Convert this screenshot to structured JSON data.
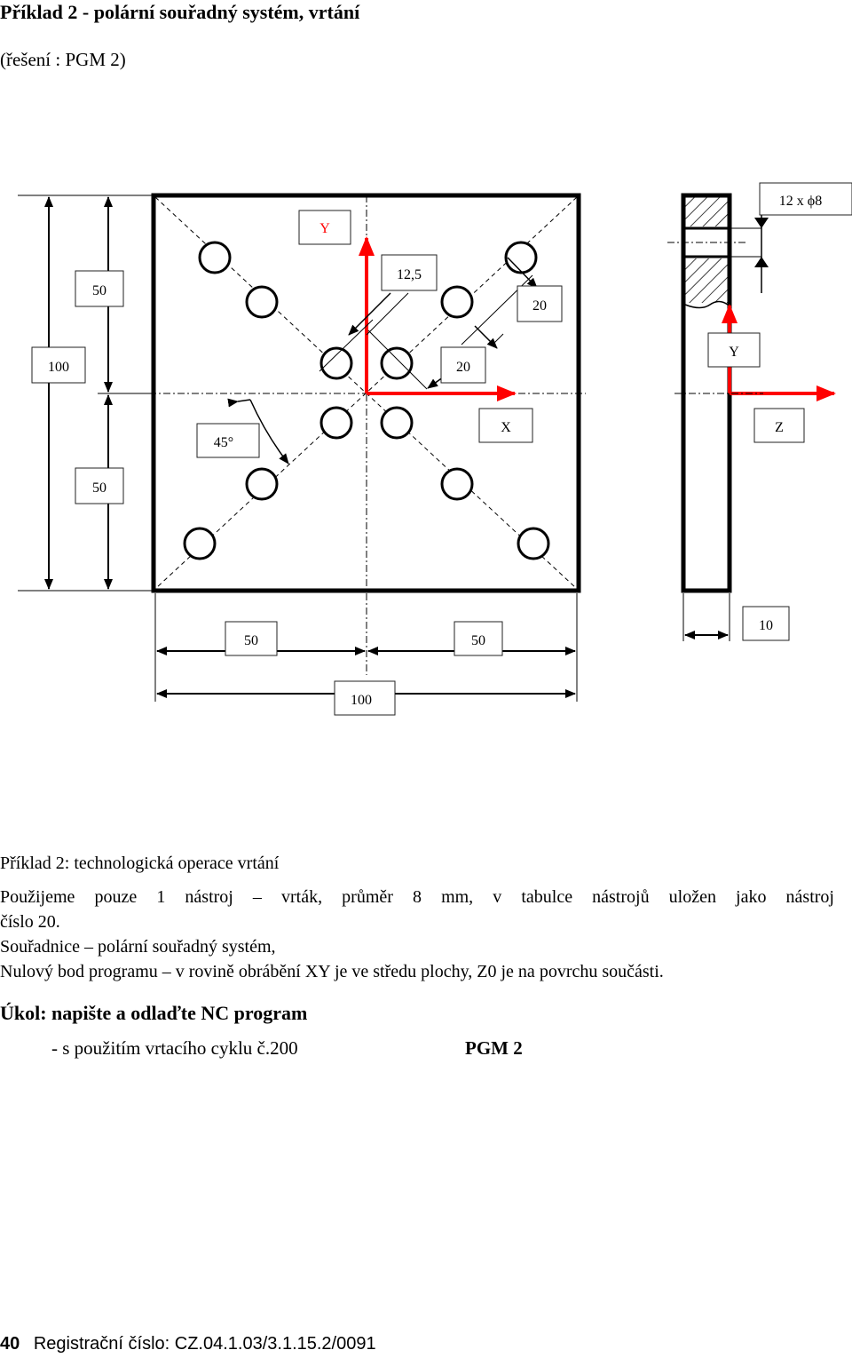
{
  "header": {
    "title": "Příklad 2 - polární souřadný systém, vrtání",
    "subtitle": "(řešení :    PGM 2)"
  },
  "drawing": {
    "holes_note": "12 x  ϕ8",
    "labels": {
      "y_axis": "Y",
      "x_axis": "X",
      "y_axis_side": "Y",
      "z_axis_side": "Z",
      "dim_50_top": "50",
      "dim_50_bottom": "50",
      "dim_100_left": "100",
      "dim_12_5": "12,5",
      "dim_20_upper": "20",
      "dim_20_lower": "20",
      "angle_45": "45°",
      "dim_50_bottom_left": "50",
      "dim_50_bottom_right": "50",
      "dim_100_bottom": "100",
      "dim_10": "10"
    },
    "colors": {
      "axis": "#ff0000",
      "line": "#000000"
    }
  },
  "section": {
    "title": "Příklad 2: technologická operace vrtání",
    "line1": "Použijeme pouze 1 nástroj – vrták, průměr 8 mm, v tabulce nástrojů uložen jako nástroj",
    "line2": "číslo 20.",
    "line3": "Souřadnice – polární souřadný systém,",
    "line4": "Nulový bod programu – v rovině obrábění XY je ve středu plochy, Z0 je na povrchu součásti."
  },
  "task": {
    "title": "Úkol: napište a odlaďte NC program",
    "item": "-   s použitím vrtacího cyklu č.200",
    "pgm": "PGM 2"
  },
  "footer": {
    "page_number": "40",
    "registration": "Registrační číslo: CZ.04.1.03/3.1.15.2/0091"
  }
}
